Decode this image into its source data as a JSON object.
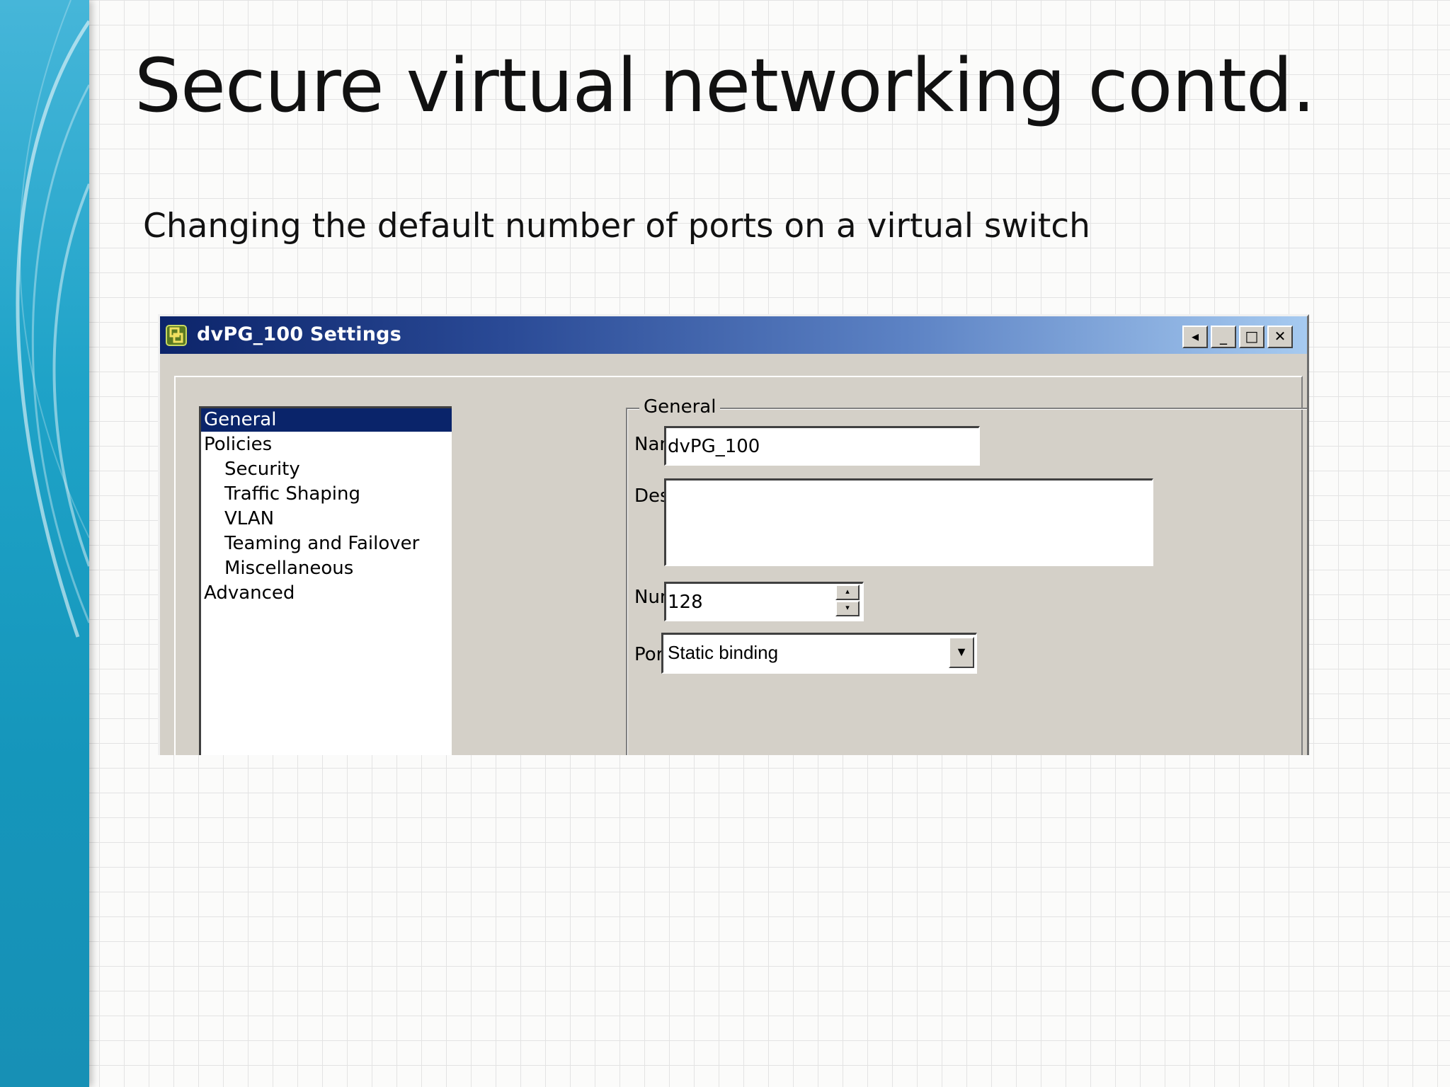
{
  "slide": {
    "title": "Secure virtual networking contd.",
    "subtitle": "Changing the default number of ports on a virtual switch"
  },
  "dialog": {
    "title": "dvPG_100 Settings",
    "icons": {
      "app": "vmware-app-icon",
      "back": "◂",
      "minimize": "_",
      "maximize": "□",
      "close": "✕"
    },
    "nav": {
      "items": [
        {
          "label": "General",
          "level": 0,
          "selected": true
        },
        {
          "label": "Policies",
          "level": 0,
          "selected": false
        },
        {
          "label": "Security",
          "level": 1,
          "selected": false
        },
        {
          "label": "Traffic Shaping",
          "level": 1,
          "selected": false
        },
        {
          "label": "VLAN",
          "level": 1,
          "selected": false
        },
        {
          "label": "Teaming and Failover",
          "level": 1,
          "selected": false
        },
        {
          "label": "Miscellaneous",
          "level": 1,
          "selected": false
        },
        {
          "label": "Advanced",
          "level": 0,
          "selected": false
        }
      ]
    },
    "general": {
      "legend": "General",
      "name_label": "Name:",
      "name_value": "dvPG_100",
      "description_label": "Description:",
      "description_value": "",
      "ports_label": "Number of ports:",
      "ports_value": "128",
      "spin_up": "▴",
      "spin_down": "▾",
      "binding_label": "Port binding:",
      "binding_value": "Static binding",
      "dropdown_arrow": "▼"
    }
  },
  "colors": {
    "titlebar_start": "#0c246a",
    "titlebar_end": "#a6caf0",
    "dialog_face": "#d4d0c8",
    "selection": "#0a246a",
    "side_band": "#1fa3c8"
  }
}
